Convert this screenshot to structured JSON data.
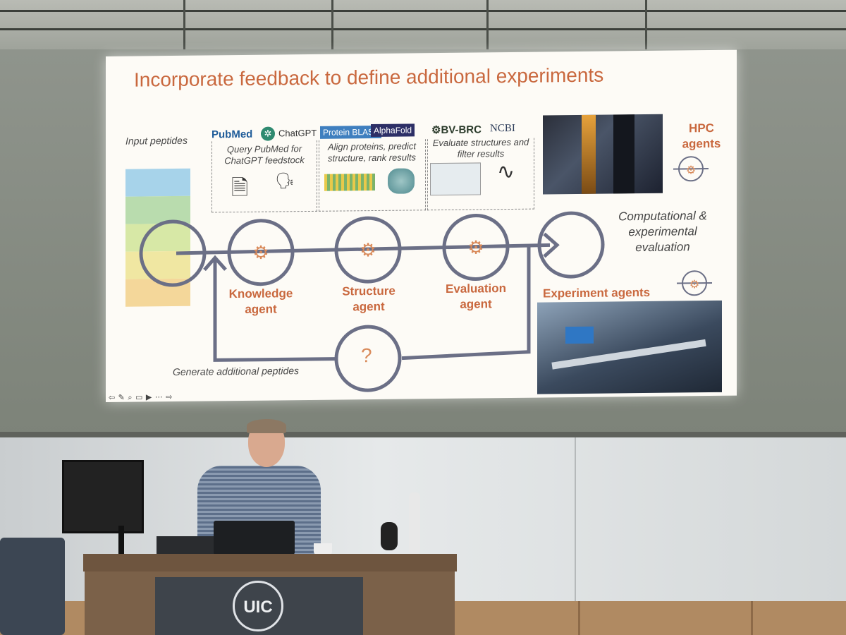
{
  "slide": {
    "title": "Incorporate feedback to define additional experiments",
    "input_label": "Input peptides",
    "logos": {
      "pubmed": "PubMed",
      "chatgpt": "ChatGPT",
      "blast": "Protein BLAST",
      "alphafold": "AlphaFold",
      "bvbrc": "BV-BRC",
      "ncbi": "NCBI"
    },
    "step_descriptions": [
      "Query PubMed for ChatGPT feedstock",
      "Align proteins, predict structure, rank results",
      "Evaluate structures and filter results"
    ],
    "agents": [
      "Knowledge agent",
      "Structure agent",
      "Evaluation agent"
    ],
    "hpc_label": "HPC agents",
    "comp_eval_label": "Computational & experimental evaluation",
    "experiment_label": "Experiment agents",
    "feedback_label": "Generate additional peptides",
    "question_mark": "?"
  },
  "podium": {
    "logo_text": "UIC"
  },
  "colors": {
    "accent": "#c9683e",
    "loop": "#6b6f86",
    "gear": "#d98a5a"
  }
}
